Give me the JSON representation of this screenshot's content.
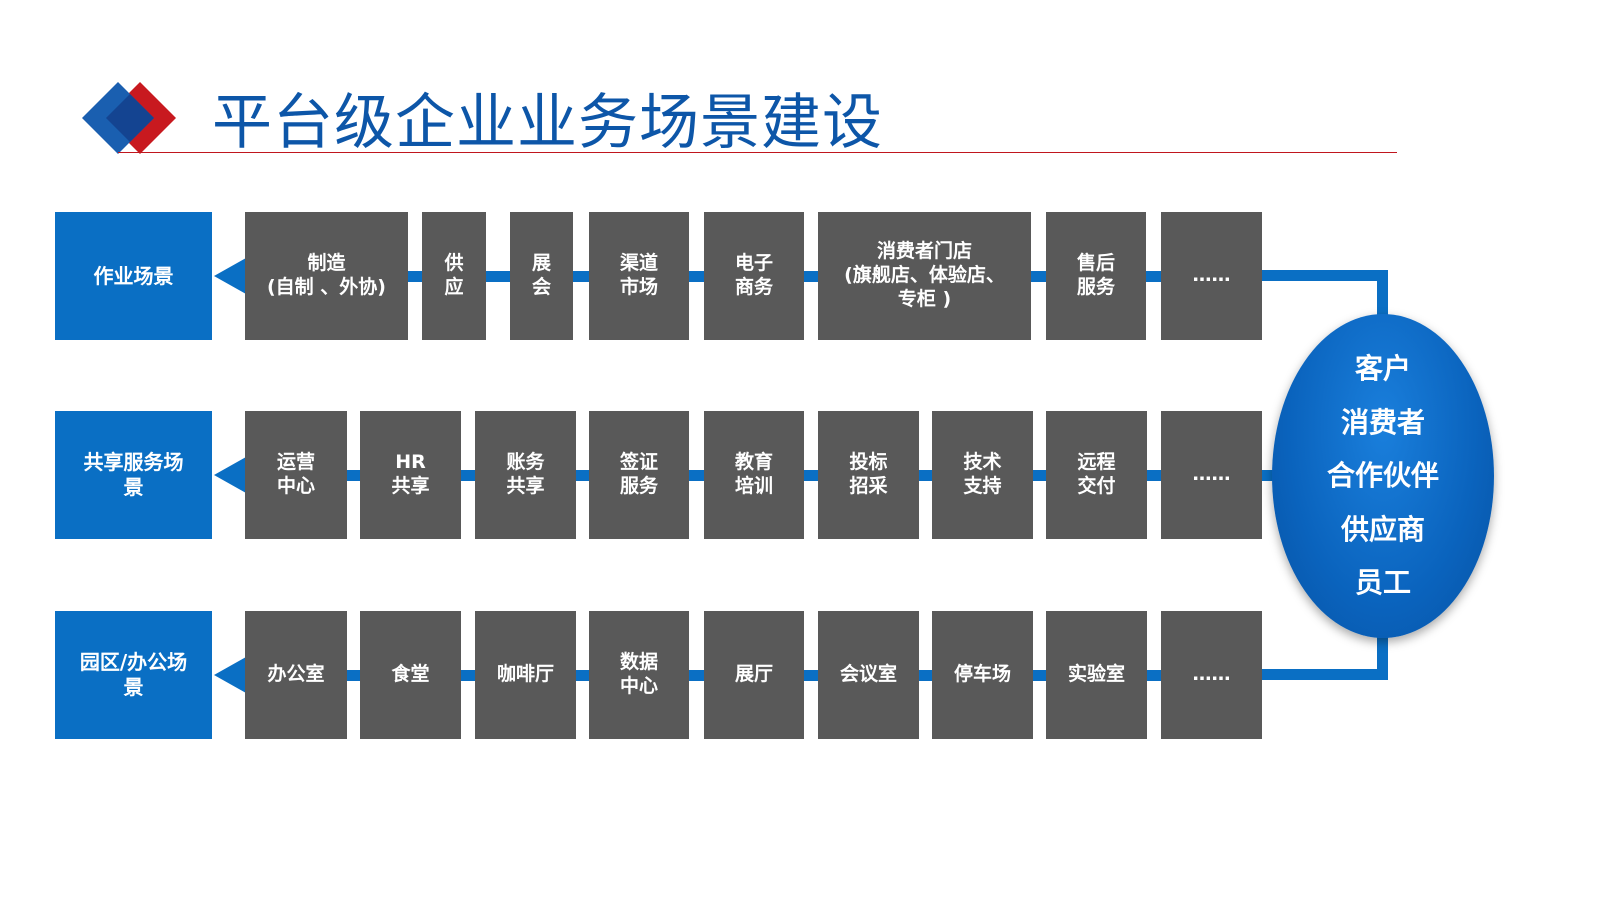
{
  "title": "平台级企业业务场景建设",
  "rows": [
    {
      "label": "作业场景",
      "items": [
        "制造\n(自制 、外协)",
        "供\n应",
        "展\n会",
        "渠道\n市场",
        "电子\n商务",
        "消费者门店\n(旗舰店、体验店、\n专柜 )",
        "售后\n服务",
        "……"
      ]
    },
    {
      "label": "共享服务场\n景",
      "items": [
        "运营\n中心",
        "HR\n共享",
        "账务\n共享",
        "签证\n服务",
        "教育\n培训",
        "投标\n招采",
        "技术\n支持",
        "远程\n交付",
        "……"
      ]
    },
    {
      "label": "园区/办公场\n景",
      "items": [
        "办公室",
        "食堂",
        "咖啡厅",
        "数据\n中心",
        "展厅",
        "会议室",
        "停车场",
        "实验室",
        "……"
      ]
    }
  ],
  "stakeholders": [
    "客户",
    "消费者",
    "合作伙伴",
    "供应商",
    "员工"
  ],
  "colors": {
    "primary_blue": "#0a6fc4",
    "title_blue": "#0d56a8",
    "box_gray": "#595959",
    "accent_red": "#c0161e"
  }
}
